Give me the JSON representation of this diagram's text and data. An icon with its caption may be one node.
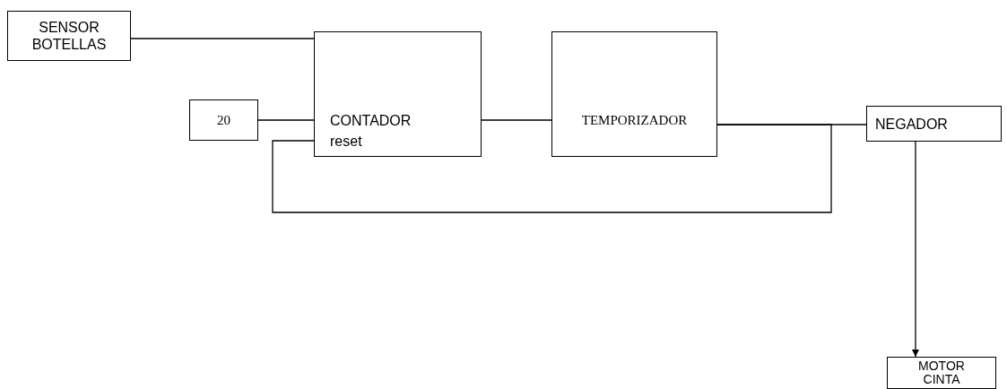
{
  "diagram": {
    "nodes": [
      {
        "text": [
          "SENSOR BOTELLAS"
        ]
      },
      {
        "text": [
          "20"
        ]
      },
      {
        "text": [
          "CONTADOR",
          "reset"
        ]
      },
      {
        "text": [
          "TEMPORIZADOR"
        ]
      },
      {
        "text": [
          "NEGADOR"
        ]
      },
      {
        "text": [
          "MOTOR CINTA"
        ]
      }
    ],
    "edges": [
      {
        "from": 0,
        "to": 2,
        "arrow": "none"
      },
      {
        "from": 1,
        "to": 2,
        "arrow": "none"
      },
      {
        "from": 2,
        "to": 3,
        "arrow": "none"
      },
      {
        "from": 3,
        "to": 4,
        "arrow": "none"
      },
      {
        "from": 3,
        "to": 2,
        "arrow": "none"
      },
      {
        "from": 4,
        "to": 5,
        "arrow": "to"
      }
    ]
  }
}
